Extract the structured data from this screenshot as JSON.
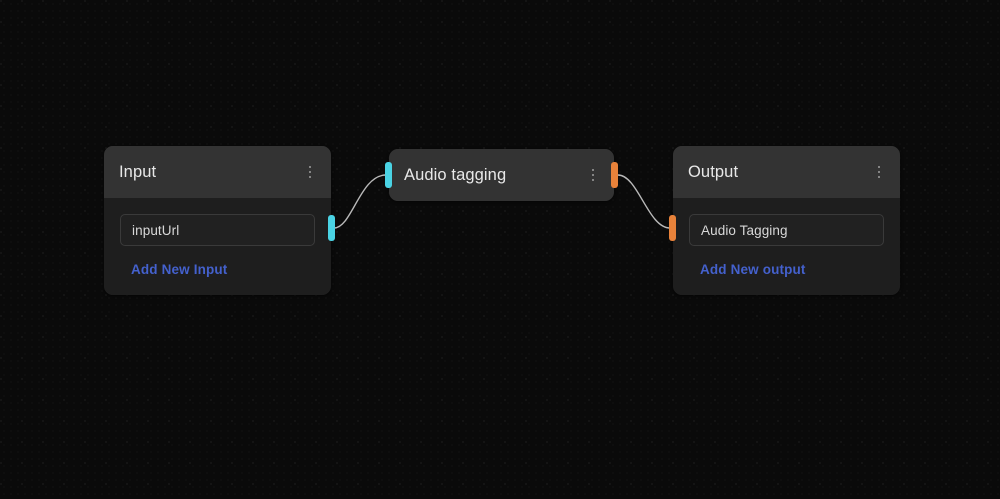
{
  "canvas": {
    "background_color": "#0a0a0a",
    "grid": "dot-grid"
  },
  "colors": {
    "node_header": "#333333",
    "node_body": "#1e1e1e",
    "field_border": "#3a3a3a",
    "link_blue": "#4461cd",
    "handle_cyan": "#4ad3e4",
    "handle_orange": "#e8823a",
    "edge_stroke": "#b9b9b9"
  },
  "nodes": [
    {
      "id": "input",
      "title": "Input",
      "menu_icon": "kebab-menu-icon",
      "fields": [
        {
          "value": "inputUrl"
        }
      ],
      "add_link": "Add New Input",
      "handles": [
        {
          "side": "right",
          "color": "#4ad3e4",
          "name": "output-handle"
        }
      ]
    },
    {
      "id": "audio-tagging",
      "title": "Audio tagging",
      "menu_icon": "kebab-menu-icon",
      "fields": [],
      "add_link": null,
      "handles": [
        {
          "side": "left",
          "color": "#4ad3e4",
          "name": "input-handle"
        },
        {
          "side": "right",
          "color": "#e8823a",
          "name": "output-handle"
        }
      ]
    },
    {
      "id": "output",
      "title": "Output",
      "menu_icon": "kebab-menu-icon",
      "fields": [
        {
          "value": "Audio Tagging"
        }
      ],
      "add_link": "Add New output",
      "handles": [
        {
          "side": "left",
          "color": "#e8823a",
          "name": "input-handle"
        }
      ]
    }
  ],
  "edges": [
    {
      "id": "edge-input-audio",
      "from": "input.output-handle",
      "to": "audio-tagging.input-handle",
      "color": "#b9b9b9"
    },
    {
      "id": "edge-audio-output",
      "from": "audio-tagging.output-handle",
      "to": "output.input-handle",
      "color": "#b9b9b9"
    }
  ]
}
